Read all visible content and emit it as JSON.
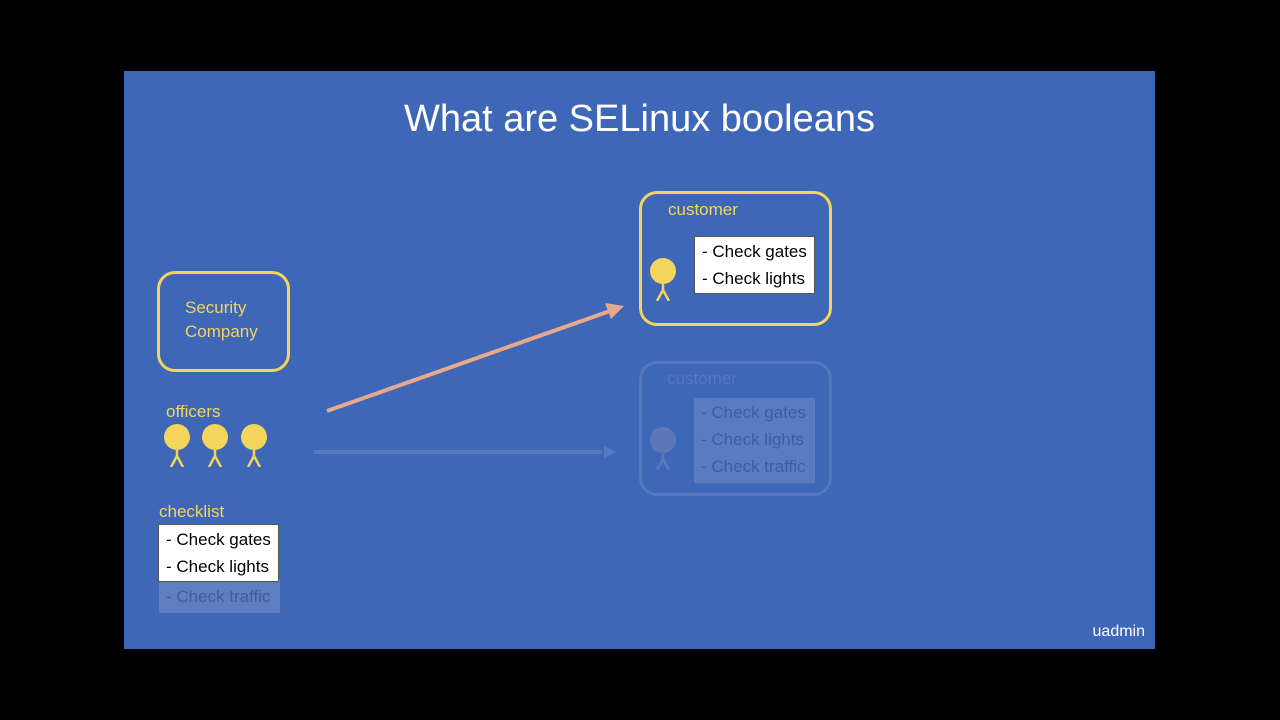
{
  "slide": {
    "title": "What are SELinux booleans",
    "company_label_line1": "Security",
    "company_label_line2": "Company",
    "officers_label": "officers",
    "checklist_label": "checklist",
    "checklist_items": [
      "- Check gates",
      "- Check lights"
    ],
    "checklist_faded_item": "- Check traffic",
    "customer_label": "customer",
    "customer_items": [
      "- Check gates",
      "- Check lights"
    ],
    "ghost_customer_label": "customer",
    "ghost_customer_items": [
      "- Check gates",
      "- Check lights",
      "- Check traffic"
    ],
    "watermark": "uadmin"
  },
  "colors": {
    "background": "#3f67b8",
    "accent": "#f3d45c",
    "arrow": "#e8a98a"
  }
}
